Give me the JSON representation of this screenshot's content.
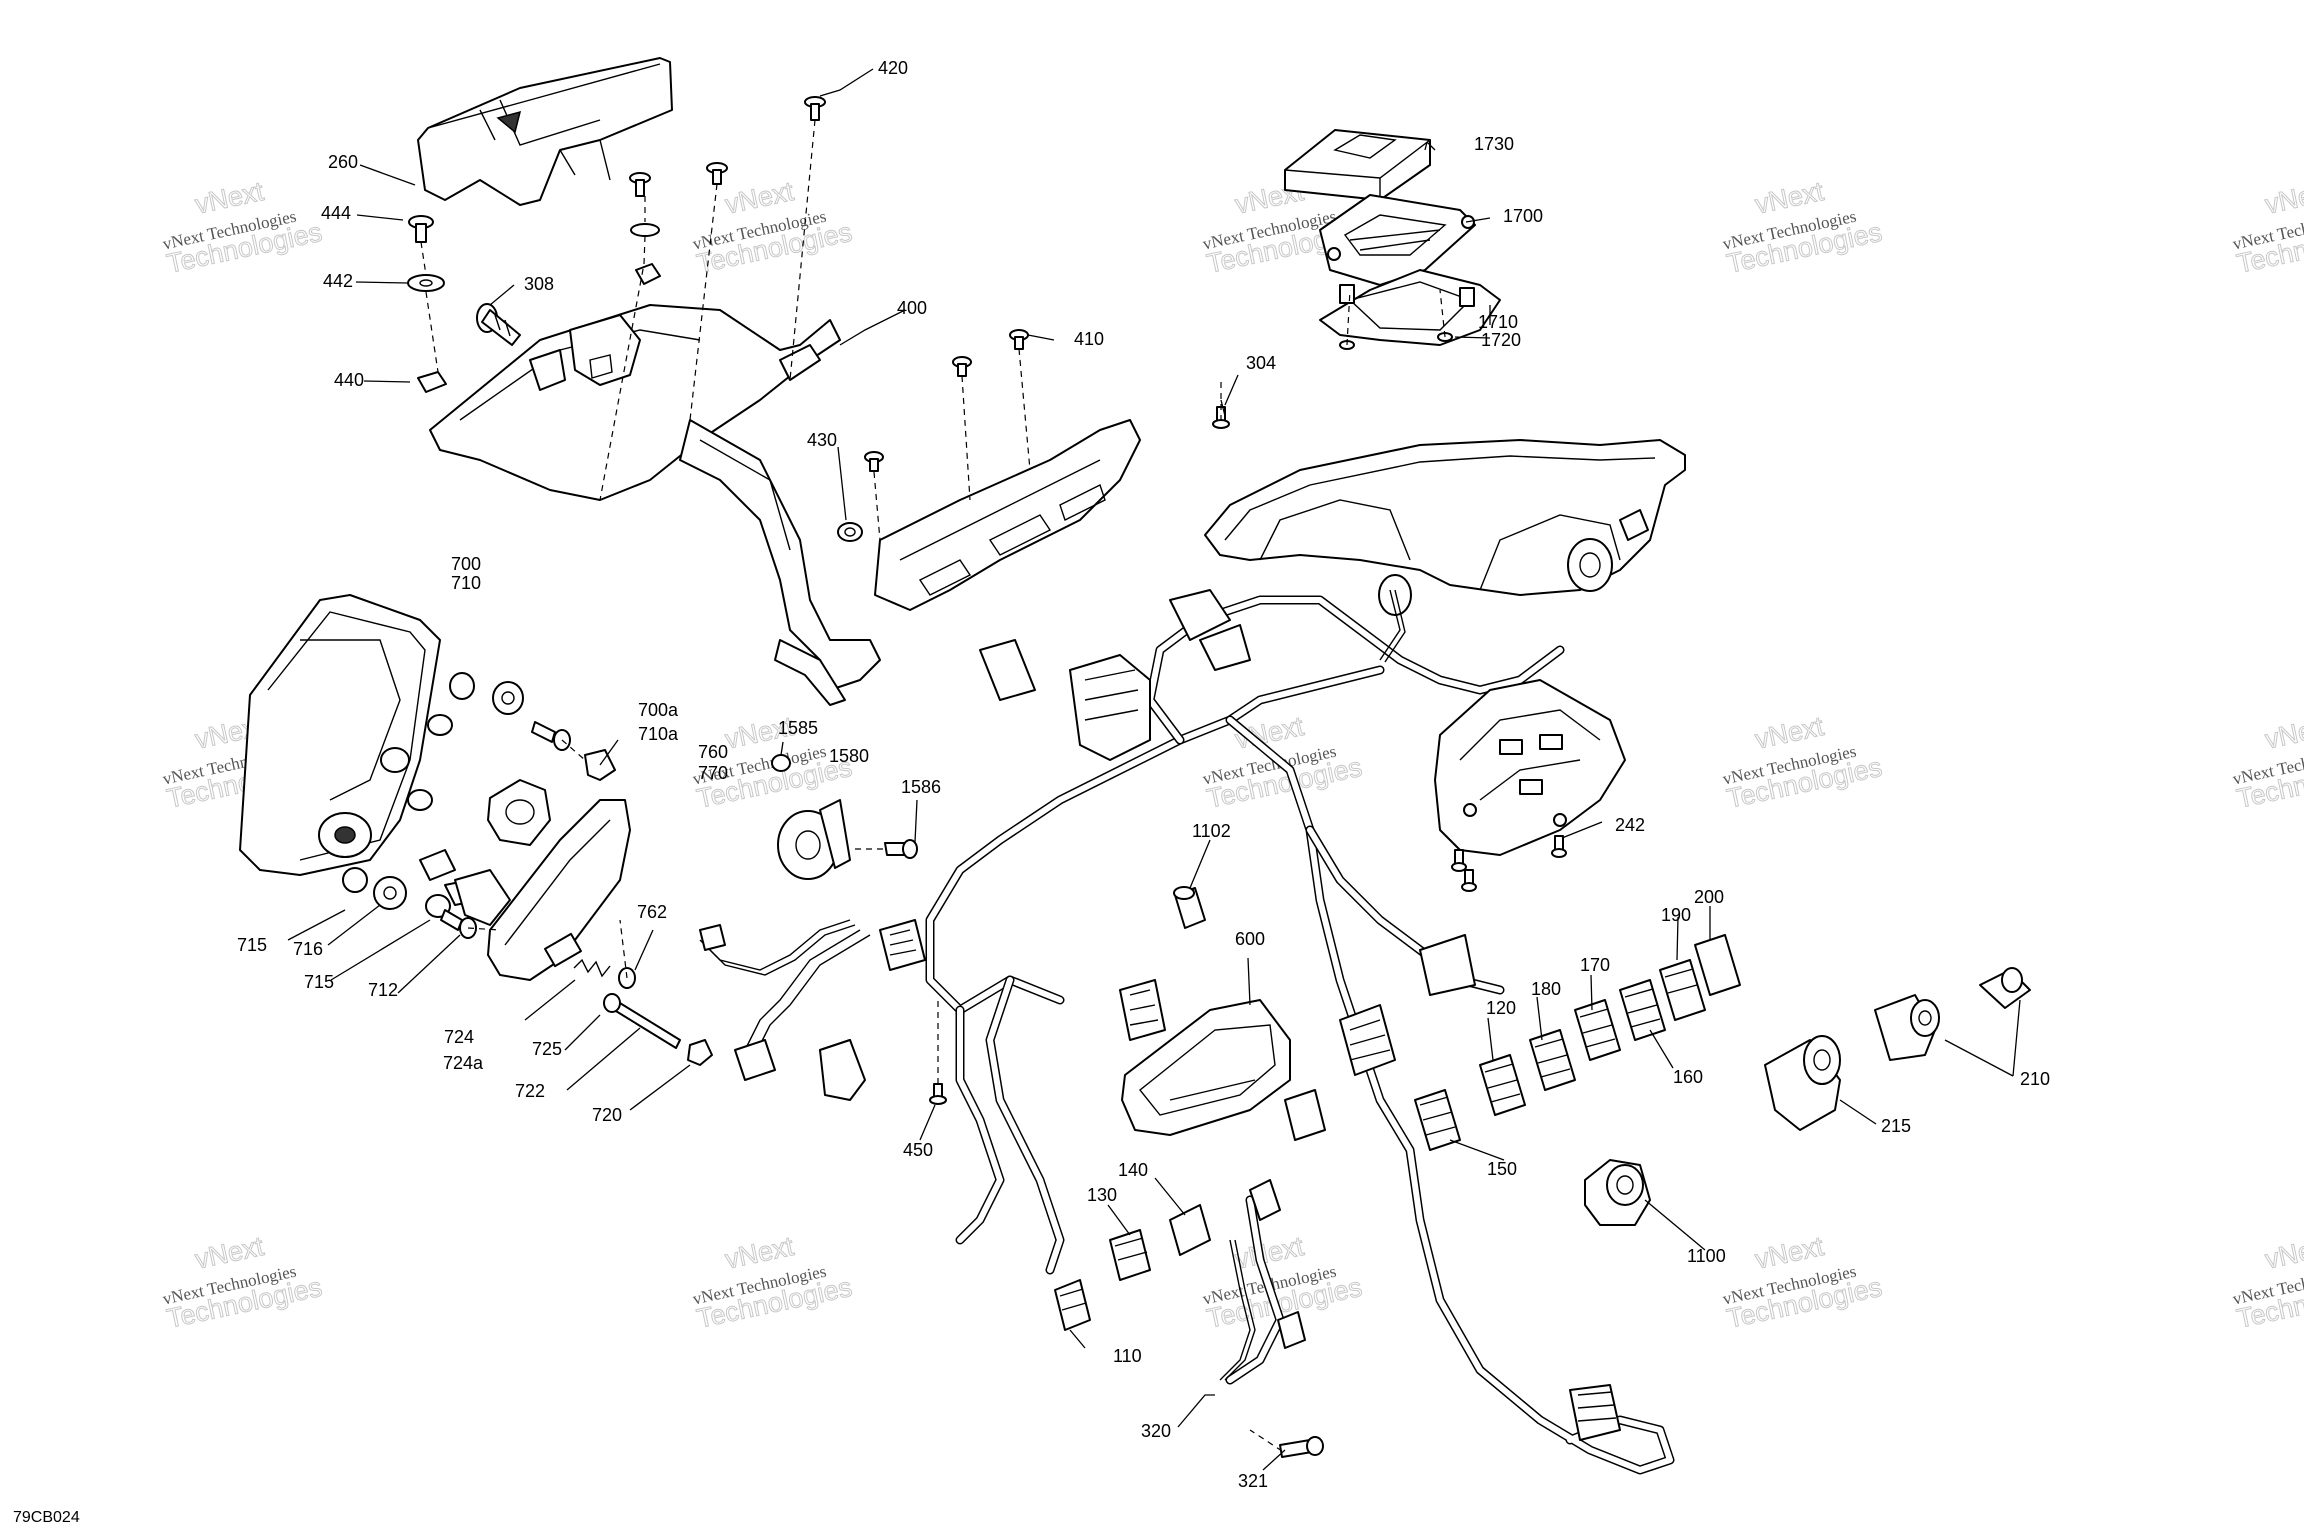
{
  "diagram_code": "79CB024",
  "watermark": {
    "line1": "vNext Technologies",
    "line2": "vNext",
    "line3": "Technologies"
  },
  "callouts": {
    "c420": "420",
    "c260": "260",
    "c444": "444",
    "c442": "442",
    "c308": "308",
    "c440": "440",
    "c400": "400",
    "c410": "410",
    "c430": "430",
    "c1730": "1730",
    "c1700": "1700",
    "c1710": "1710",
    "c1720": "1720",
    "c304": "304",
    "c700": "700",
    "c710": "710",
    "c700a": "700a",
    "c710a": "710a",
    "c760": "760",
    "c770": "770",
    "c1585": "1585",
    "c1580": "1580",
    "c1586": "1586",
    "c1102": "1102",
    "c242": "242",
    "c600": "600",
    "c715a": "715",
    "c716": "716",
    "c715b": "715",
    "c712": "712",
    "c762": "762",
    "c724": "724",
    "c724a": "724a",
    "c725": "725",
    "c722": "722",
    "c720": "720",
    "c450": "450",
    "c120": "120",
    "c180": "180",
    "c170": "170",
    "c190": "190",
    "c200": "200",
    "c160": "160",
    "c150": "150",
    "c210": "210",
    "c215": "215",
    "c140": "140",
    "c130": "130",
    "c110": "110",
    "c1100": "1100",
    "c320": "320",
    "c321": "321"
  }
}
